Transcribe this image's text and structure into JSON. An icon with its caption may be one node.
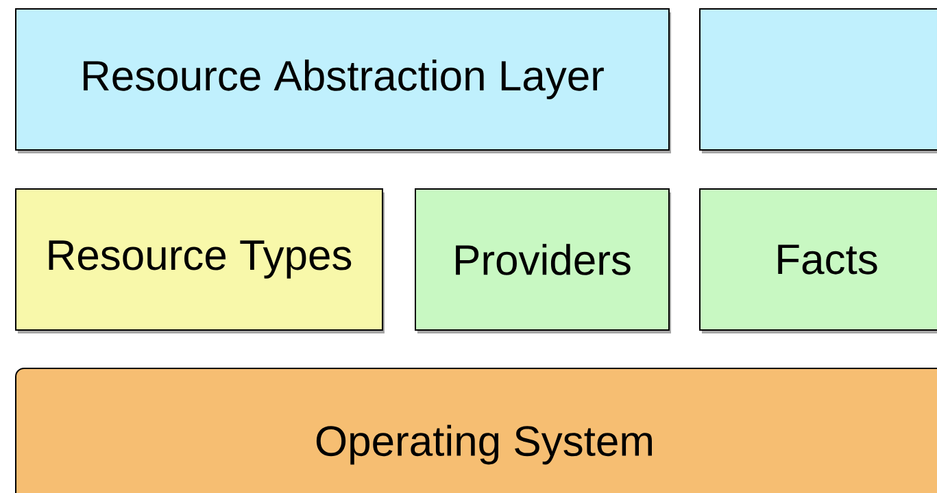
{
  "diagram": {
    "nodes": [
      {
        "text": [
          "Resource Abstraction Layer"
        ]
      },
      {
        "text": [],
        "shape": "box"
      },
      {
        "text": [
          "Resource Types"
        ]
      },
      {
        "text": [
          "Providers"
        ]
      },
      {
        "text": [
          "Facts"
        ]
      },
      {
        "text": [
          "Operating System"
        ]
      }
    ]
  }
}
